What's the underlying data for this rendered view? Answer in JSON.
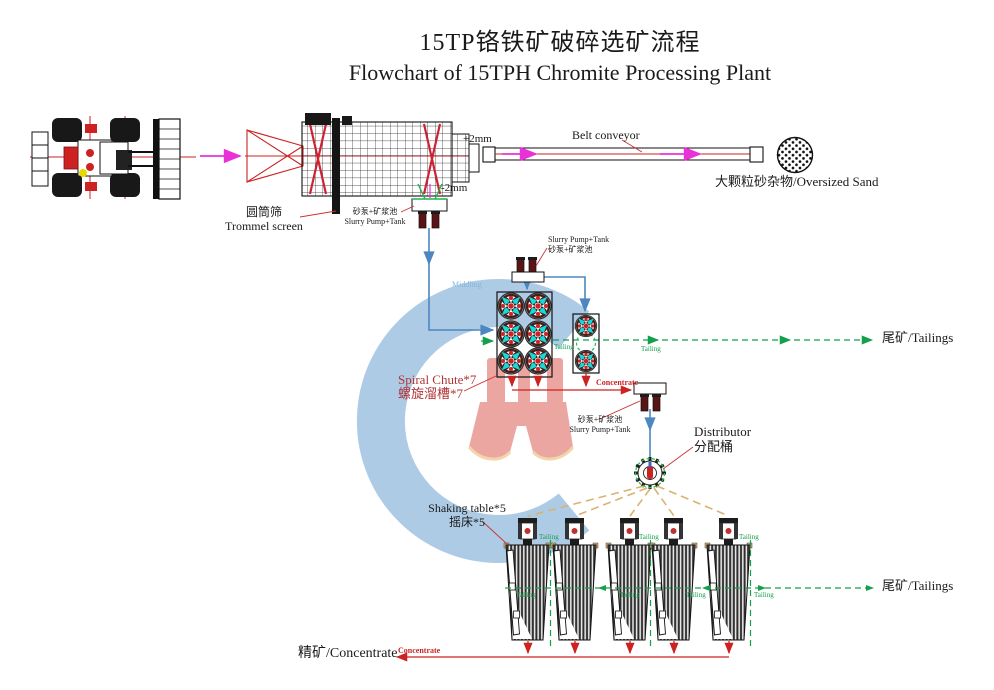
{
  "title": {
    "zh": "15TP铬铁矿破碎选矿流程",
    "en": "Flowchart of 15TPH Chromite Processing Plant"
  },
  "labels": {
    "trommel_zh": "圆筒筛",
    "trommel_en": "Trommel screen",
    "plus2mm": "+2mm",
    "minus2mm": "-2mm",
    "belt_conveyor": "Belt conveyor",
    "oversized": "大颗粒砂杂物/Oversized Sand",
    "pump_zh": "砂泵+矿浆池",
    "pump_en": "Slurry Pump+Tank",
    "middling": "Middling",
    "tailing": "Tailing",
    "tailings_full": "尾矿/Tailings",
    "spiral_en": "Spiral Chute*7",
    "spiral_zh": "螺旋溜槽*7",
    "concentrate": "Concentrate",
    "distributor_en": "Distributor",
    "distributor_zh": "分配桶",
    "shaking_en": "Shaking table*5",
    "shaking_zh": "摇床*5",
    "concentrate_full": "精矿/Concentrate"
  },
  "colors": {
    "red": "#cc2222",
    "magenta": "#e832d8",
    "green": "#12a04a",
    "blue": "#4d87c0",
    "cyan": "#18d8d8",
    "tan": "#d9b36e",
    "watermark": "#aecbe6",
    "salmon": "#eca29d",
    "ink": "#1a1a1a"
  }
}
